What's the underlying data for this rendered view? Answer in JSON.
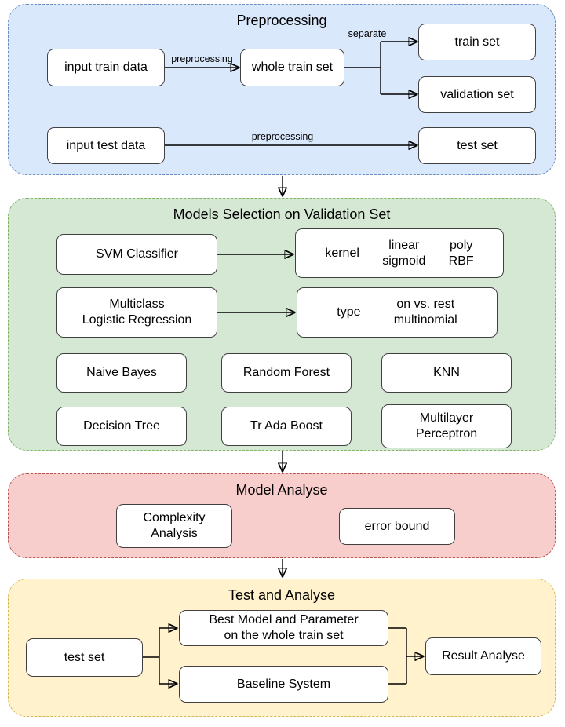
{
  "diagram": {
    "sections": {
      "preprocessing": {
        "title": "Preprocessing",
        "colors": {
          "fill": "#dae8fc",
          "border": "#6c8ebf"
        },
        "nodes": {
          "input_train_data": "input train data",
          "whole_train_set": "whole train set",
          "train_set": "train set",
          "validation_set": "validation set",
          "input_test_data": "input test data",
          "test_set": "test set"
        },
        "edge_labels": {
          "preprocessing_train": "preprocessing",
          "separate": "separate",
          "preprocessing_test": "preprocessing"
        }
      },
      "model_selection": {
        "title": "Models Selection on Validation Set",
        "colors": {
          "fill": "#d5e8d4",
          "border": "#82b366"
        },
        "nodes": {
          "svm_classifier": "SVM Classifier",
          "kernel_label": "kernel",
          "kernel_col1": "linear\nsigmoid",
          "kernel_col2": "poly\nRBF",
          "multiclass_lr": "Multiclass\nLogistic Regression",
          "type_label": "type",
          "type_values": "on vs. rest\nmultinomial",
          "naive_bayes": "Naive Bayes",
          "random_forest": "Random Forest",
          "knn": "KNN",
          "decision_tree": "Decision Tree",
          "tr_ada_boost": "Tr Ada Boost",
          "multilayer_perceptron": "Multilayer\nPerceptron"
        }
      },
      "model_analyse": {
        "title": "Model Analyse",
        "colors": {
          "fill": "#f8cecc",
          "border": "#b85450"
        },
        "nodes": {
          "complexity_analysis": "Complexity\nAnalysis",
          "error_bound": "error bound"
        }
      },
      "test_and_analyse": {
        "title": "Test and Analyse",
        "colors": {
          "fill": "#fff2cc",
          "border": "#d6b656"
        },
        "nodes": {
          "test_set": "test set",
          "best_model": "Best Model and Parameter\non the whole train set",
          "baseline_system": "Baseline System",
          "result_analyse": "Result Analyse"
        }
      }
    },
    "edge_color": "#000000",
    "node_fill": "#ffffff"
  }
}
